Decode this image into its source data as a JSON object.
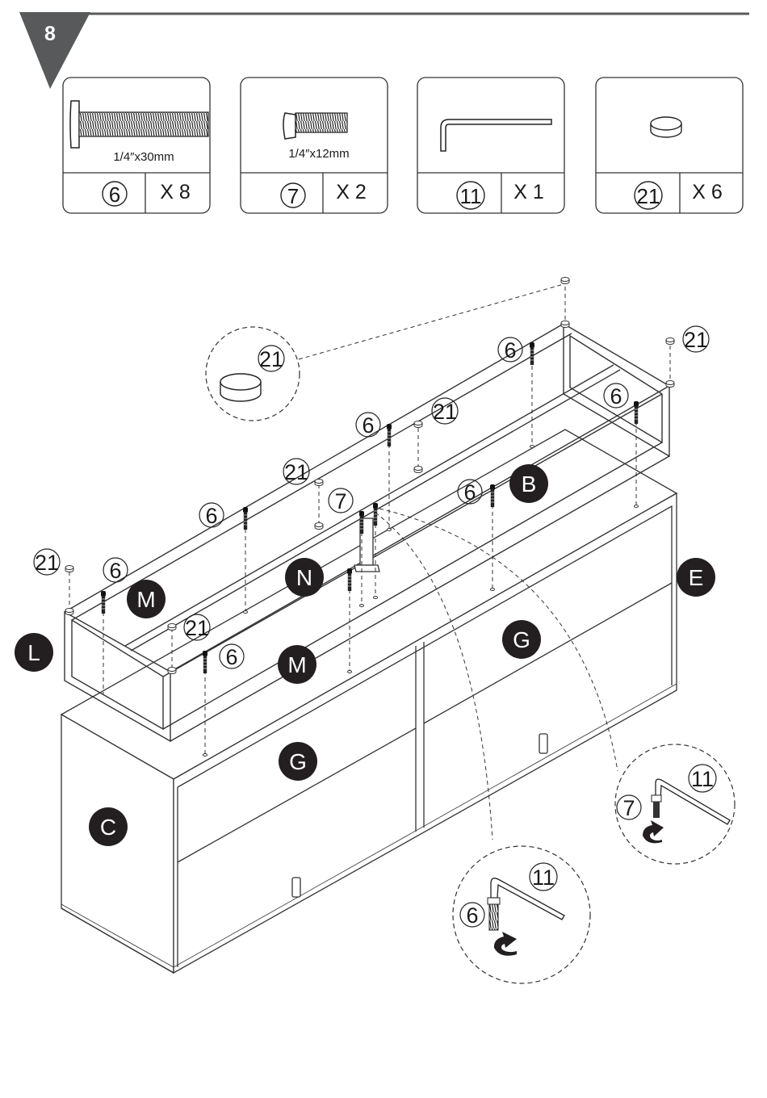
{
  "step": {
    "number": "8"
  },
  "hardware": [
    {
      "id": "screw-30",
      "number": "6",
      "quantity": "X 8",
      "size": "1/4″x30mm",
      "icon": "bolt-long-icon"
    },
    {
      "id": "screw-12",
      "number": "7",
      "quantity": "X 2",
      "size": "1/4″x12mm",
      "icon": "bolt-short-icon"
    },
    {
      "id": "allen-key",
      "number": "11",
      "quantity": "X 1",
      "size": "",
      "icon": "allen-key-icon"
    },
    {
      "id": "cap",
      "number": "21",
      "quantity": "X 6",
      "size": "",
      "icon": "cap-icon"
    }
  ],
  "panels": {
    "B": "B",
    "C": "C",
    "E": "E",
    "G": "G",
    "L": "L",
    "M": "M",
    "N": "N"
  },
  "callouts": {
    "screw": "6",
    "short_screw": "7",
    "key": "11",
    "cap": "21"
  }
}
